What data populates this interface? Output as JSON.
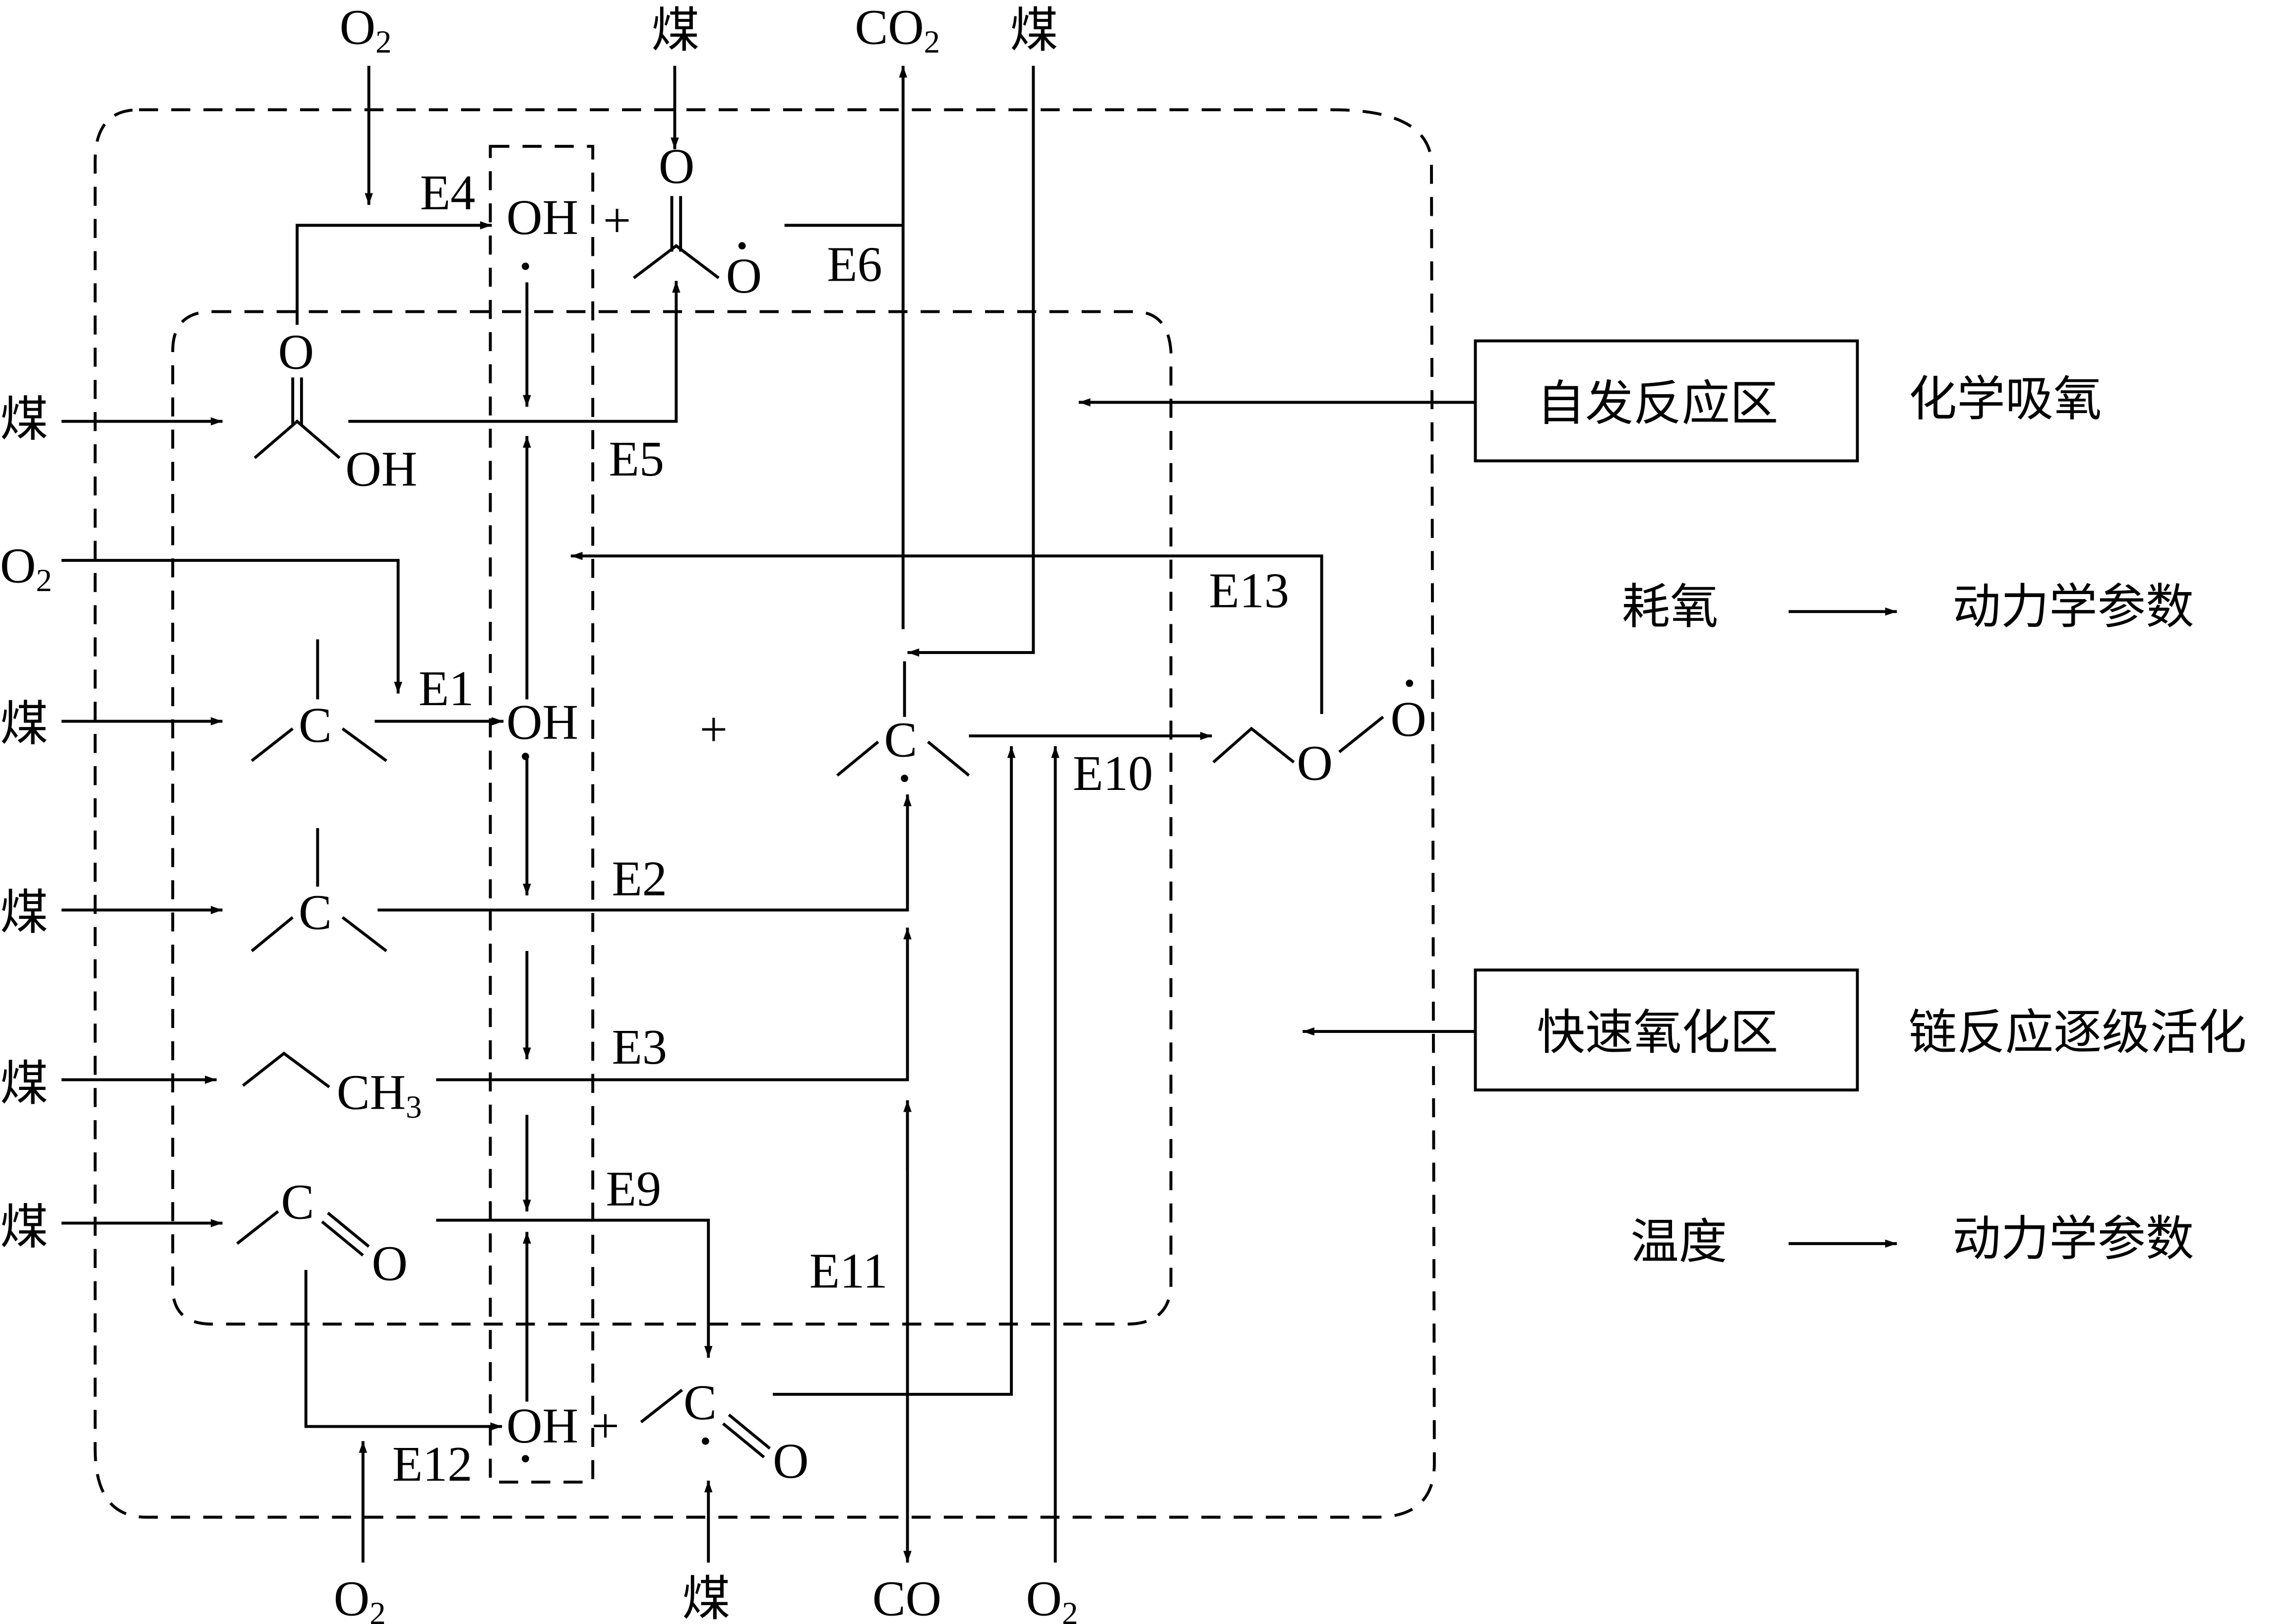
{
  "diagram": {
    "inputs": {
      "coal": "煤",
      "o2": "O",
      "o2_sub": "2",
      "co2": "CO",
      "co2_sub": "2",
      "co": "CO"
    },
    "species": {
      "oh": "OH",
      "plus": "+",
      "o": "O",
      "c": "C",
      "ch3": "CH",
      "ch3_sub": "3"
    },
    "reactions": [
      "E1",
      "E2",
      "E3",
      "E4",
      "E5",
      "E6",
      "E9",
      "E10",
      "E11",
      "E12",
      "E13"
    ],
    "zones": {
      "spontaneous": {
        "label": "自发反应区",
        "description": "化学吸氧"
      },
      "rapid": {
        "label": "快速氧化区",
        "description": "链反应逐级活化"
      }
    },
    "relations": [
      {
        "from": "耗氧",
        "to": "动力学参数"
      },
      {
        "from": "温度",
        "to": "动力学参数"
      }
    ]
  }
}
